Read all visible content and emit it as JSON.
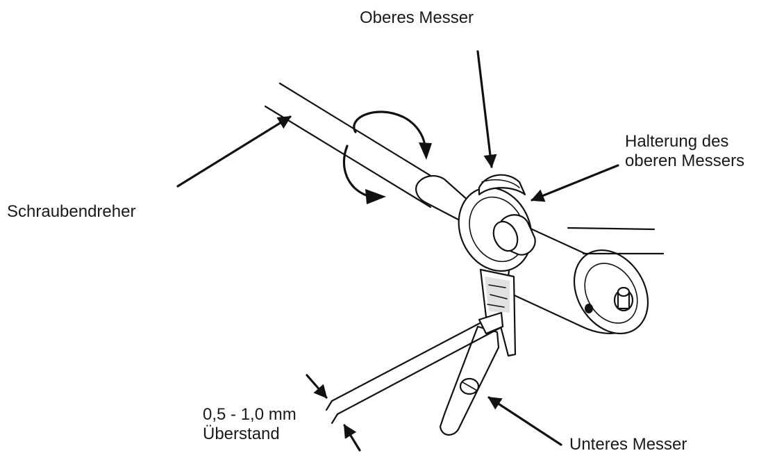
{
  "labels": {
    "upper_blade": "Oberes Messer",
    "upper_blade_holder_line1": "Halterung des",
    "upper_blade_holder_line2": "oberen Messers",
    "screwdriver": "Schraubendreher",
    "overhang_value": "0,5 - 1,0 mm",
    "overhang_label": "Überstand",
    "lower_blade": "Unteres Messer"
  }
}
